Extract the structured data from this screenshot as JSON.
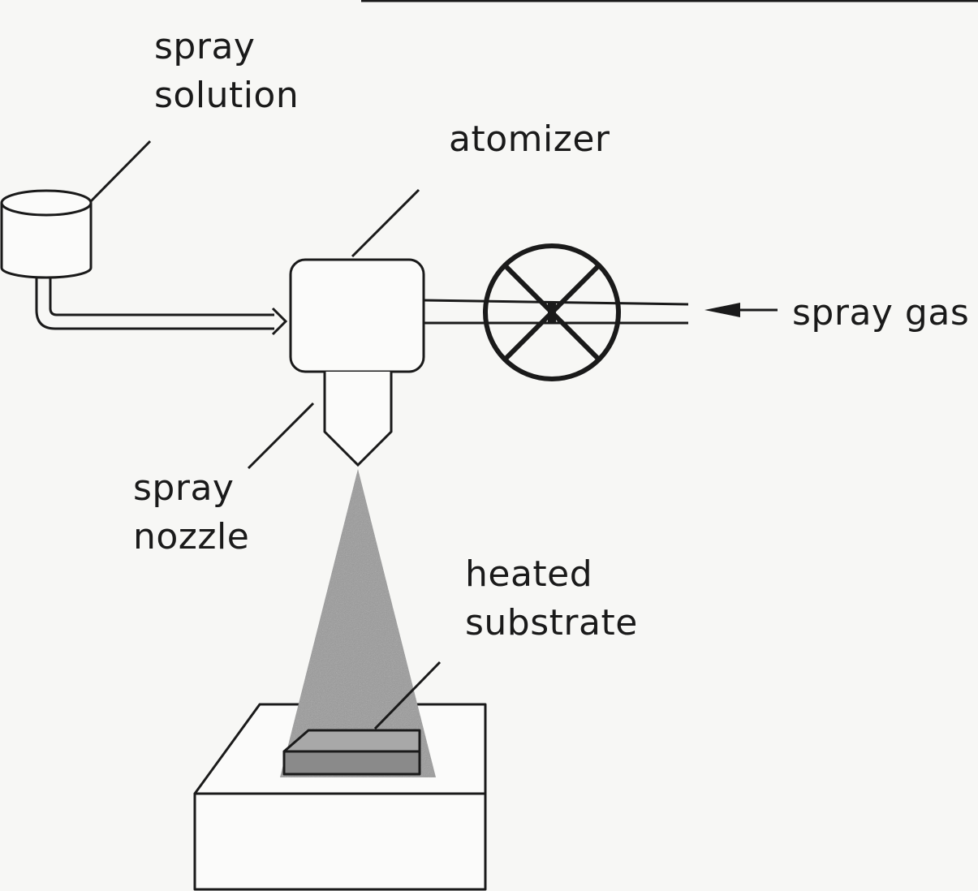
{
  "labels": {
    "spray_solution": [
      "spray",
      "solution"
    ],
    "atomizer": "atomizer",
    "spray_gas": "spray gas",
    "spray_nozzle": [
      "spray",
      "nozzle"
    ],
    "heated_substrate": [
      "heated",
      "substrate"
    ]
  },
  "colors": {
    "background": "#f7f7f5",
    "line": "#1a1a1a",
    "spray_cone": "#9a9a9a",
    "substrate": "#8a8a8a"
  }
}
